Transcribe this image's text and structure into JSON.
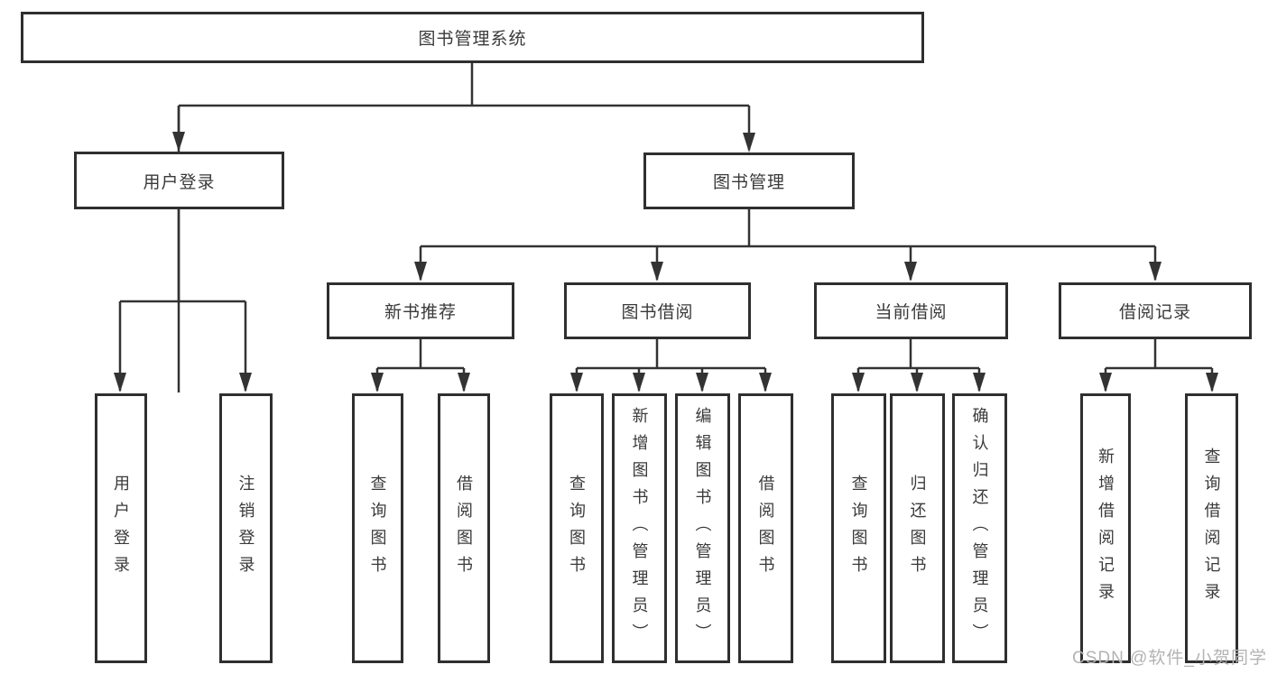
{
  "diagram_type": "functional-structure-tree",
  "nodes": {
    "root": {
      "label": "图书管理系统"
    },
    "user_login": {
      "label": "用户登录"
    },
    "book_mgmt": {
      "label": "图书管理"
    },
    "new_book_rec": {
      "label": "新书推荐"
    },
    "book_borrow": {
      "label": "图书借阅"
    },
    "current_borrow": {
      "label": "当前借阅"
    },
    "borrow_record": {
      "label": "借阅记录"
    },
    "leaf_user_login": {
      "label": "用户登录"
    },
    "leaf_logout": {
      "label": "注销登录"
    },
    "leaf_query_book_1": {
      "label": "查询图书"
    },
    "leaf_borrow_book_1": {
      "label": "借阅图书"
    },
    "leaf_query_book_2": {
      "label": "查询图书"
    },
    "leaf_add_book": {
      "label": "新增图书（管理员）"
    },
    "leaf_edit_book": {
      "label": "编辑图书（管理员）"
    },
    "leaf_borrow_book_2": {
      "label": "借阅图书"
    },
    "leaf_query_book_3": {
      "label": "查询图书"
    },
    "leaf_return_book": {
      "label": "归还图书"
    },
    "leaf_confirm_return": {
      "label": "确认归还（管理员）"
    },
    "leaf_add_record": {
      "label": "新增借阅记录"
    },
    "leaf_query_record": {
      "label": "查询借阅记录"
    }
  },
  "hierarchy": {
    "图书管理系统": {
      "用户登录": [
        "用户登录",
        "注销登录"
      ],
      "图书管理": {
        "新书推荐": [
          "查询图书",
          "借阅图书"
        ],
        "图书借阅": [
          "查询图书",
          "新增图书（管理员）",
          "编辑图书（管理员）",
          "借阅图书"
        ],
        "当前借阅": [
          "查询图书",
          "归还图书",
          "确认归还（管理员）"
        ],
        "借阅记录": [
          "新增借阅记录",
          "查询借阅记录"
        ]
      }
    }
  },
  "watermark": {
    "text": "CSDN @软件_小贺同学"
  },
  "colors": {
    "background": "#ffffff",
    "box_border": "#2f2f2f",
    "box_fill": "#ffffff",
    "line": "#333333",
    "text": "#3a3a3a",
    "watermark": "#b3b3b3"
  }
}
